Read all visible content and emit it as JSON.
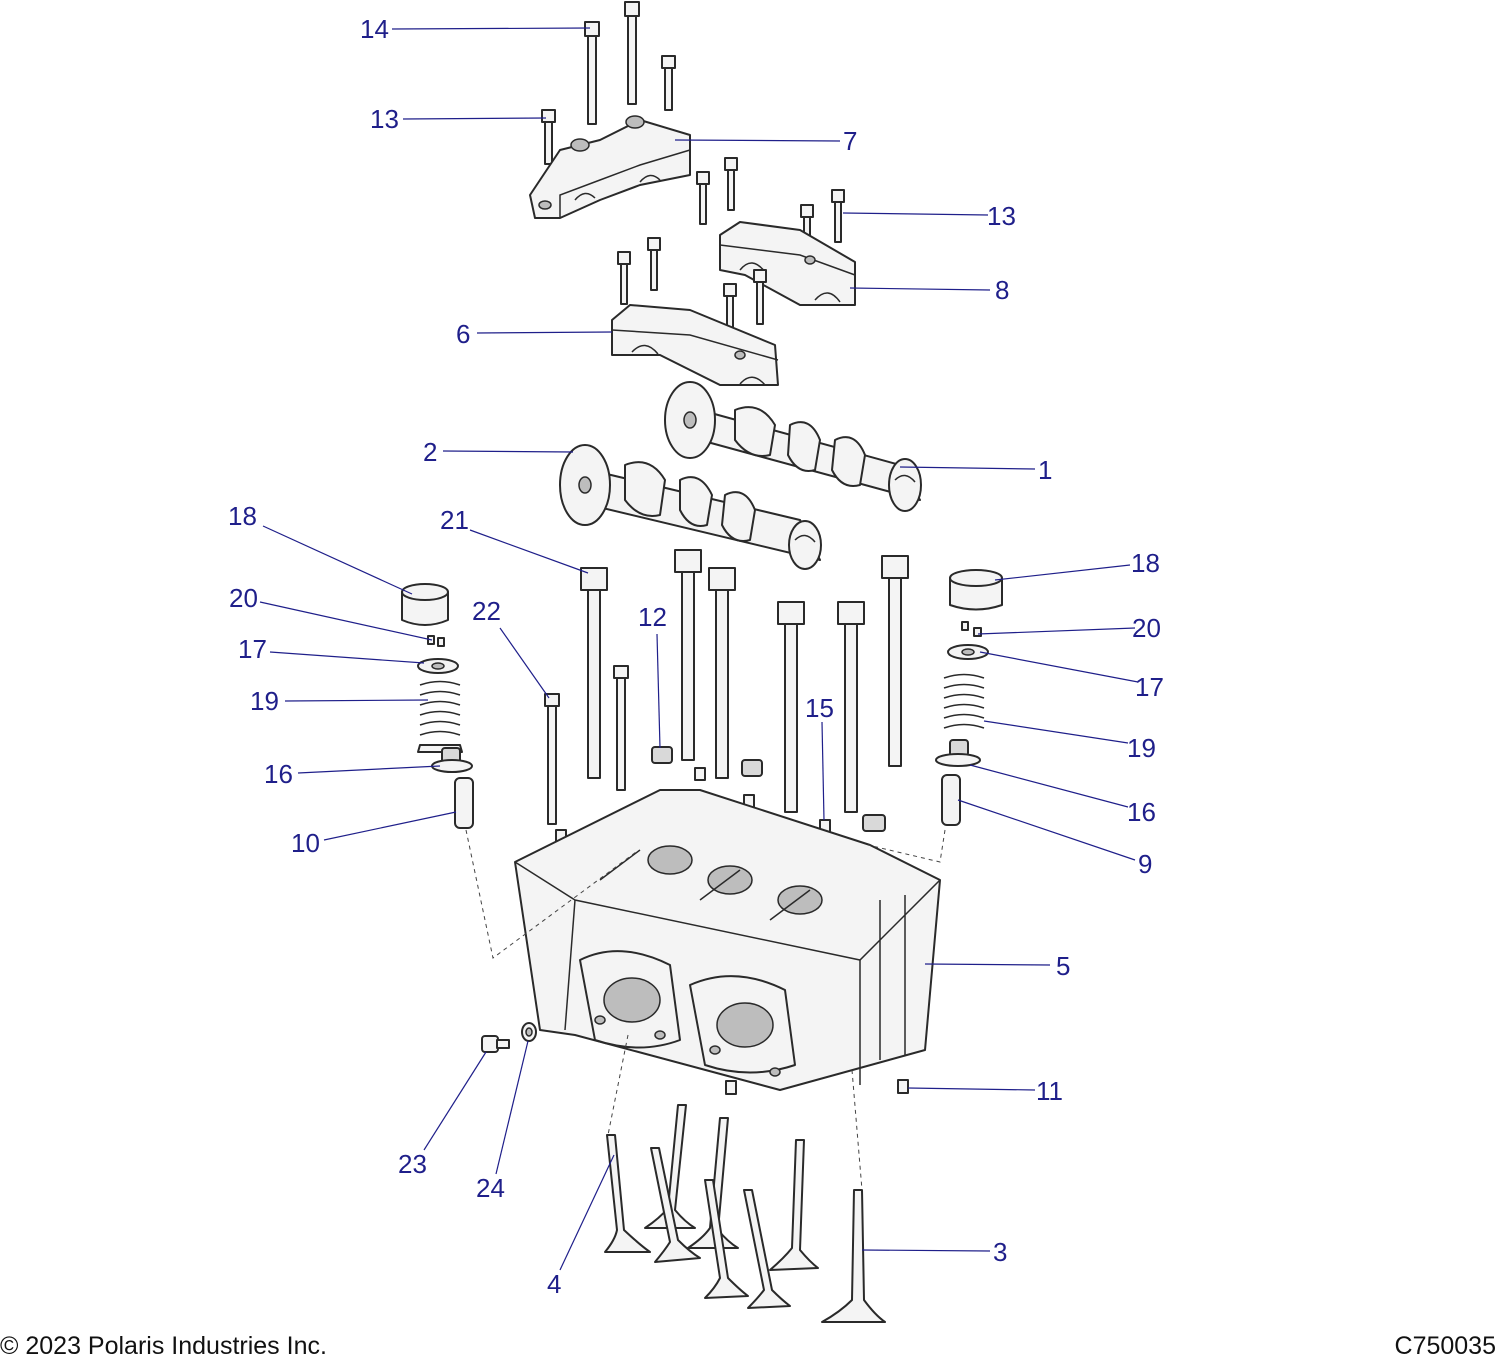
{
  "footer": {
    "copyright": "© 2023 Polaris Industries Inc.",
    "figure_id": "C750035"
  },
  "callouts": [
    {
      "id": "c14",
      "label": "14"
    },
    {
      "id": "c13a",
      "label": "13"
    },
    {
      "id": "c7",
      "label": "7"
    },
    {
      "id": "c13b",
      "label": "13"
    },
    {
      "id": "c8",
      "label": "8"
    },
    {
      "id": "c6",
      "label": "6"
    },
    {
      "id": "c2",
      "label": "2"
    },
    {
      "id": "c1",
      "label": "1"
    },
    {
      "id": "c18a",
      "label": "18"
    },
    {
      "id": "c21",
      "label": "21"
    },
    {
      "id": "c18b",
      "label": "18"
    },
    {
      "id": "c20a",
      "label": "20"
    },
    {
      "id": "c22",
      "label": "22"
    },
    {
      "id": "c12",
      "label": "12"
    },
    {
      "id": "c20b",
      "label": "20"
    },
    {
      "id": "c17a",
      "label": "17"
    },
    {
      "id": "c17b",
      "label": "17"
    },
    {
      "id": "c19a",
      "label": "19"
    },
    {
      "id": "c15",
      "label": "15"
    },
    {
      "id": "c19b",
      "label": "19"
    },
    {
      "id": "c16a",
      "label": "16"
    },
    {
      "id": "c16b",
      "label": "16"
    },
    {
      "id": "c10",
      "label": "10"
    },
    {
      "id": "c9",
      "label": "9"
    },
    {
      "id": "c5",
      "label": "5"
    },
    {
      "id": "c11",
      "label": "11"
    },
    {
      "id": "c23",
      "label": "23"
    },
    {
      "id": "c24",
      "label": "24"
    },
    {
      "id": "c3",
      "label": "3"
    },
    {
      "id": "c4",
      "label": "4"
    }
  ]
}
